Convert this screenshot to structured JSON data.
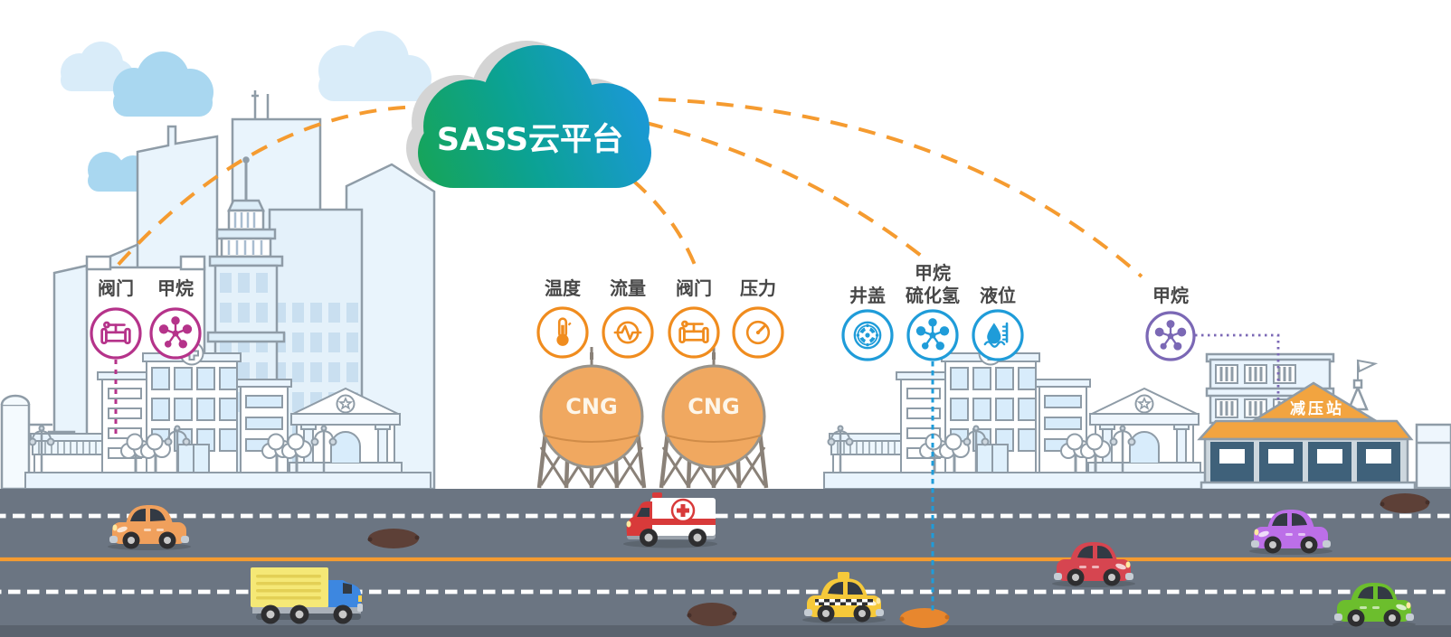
{
  "cloud": {
    "label": "SASS云平台",
    "gradient_from": "#16a45a",
    "gradient_to": "#1b98d8"
  },
  "groups": {
    "city": {
      "accent": "#b5338a",
      "items": [
        {
          "label": "阀门",
          "icon": "valve-icon"
        },
        {
          "label": "甲烷",
          "icon": "molecule-icon"
        }
      ]
    },
    "cng": {
      "accent": "#f08c1e",
      "items": [
        {
          "label": "温度",
          "icon": "thermometer-icon"
        },
        {
          "label": "流量",
          "icon": "flow-icon"
        },
        {
          "label": "阀门",
          "icon": "valve-icon"
        },
        {
          "label": "压力",
          "icon": "gauge-icon"
        }
      ]
    },
    "pipeline": {
      "accent": "#1f9cd9",
      "items": [
        {
          "label": "井盖",
          "icon": "manhole-icon"
        },
        {
          "label_top": "甲烷",
          "label": "硫化氢",
          "icon": "molecule-icon"
        },
        {
          "label": "液位",
          "icon": "level-icon"
        }
      ]
    },
    "station": {
      "accent": "#7b68b5",
      "items": [
        {
          "label": "甲烷",
          "icon": "molecule-icon"
        }
      ]
    }
  },
  "tank": {
    "label": "CNG"
  },
  "pressure_station": {
    "label": "减压站"
  }
}
